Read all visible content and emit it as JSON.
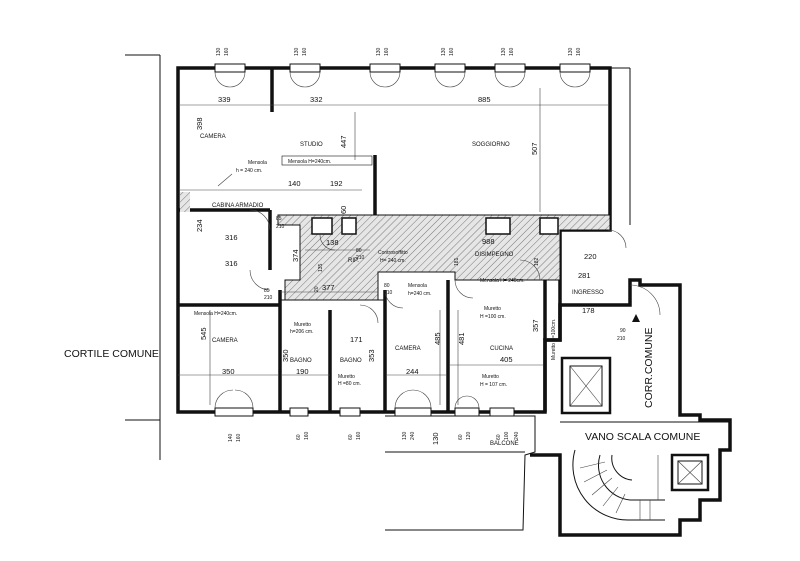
{
  "rooms": {
    "camera_top": "CAMERA",
    "studio": "STUDIO",
    "soggiorno": "SOGGIORNO",
    "cabina_armadio": "CABINA ARMADIO",
    "rip": "RIP.",
    "disimpegno": "DISIMPEGNO",
    "ingresso": "INGRESSO",
    "camera_bottom_left": "CAMERA",
    "bagno_1": "BAGNO",
    "bagno_2": "BAGNO",
    "camera_mid": "CAMERA",
    "cucina": "CUCINA",
    "balcone": "BALCONE"
  },
  "outside": {
    "cortile_comune": "CORTILE COMUNE",
    "corr_comune": "CORR.COMUNE",
    "vano_scala_comune": "VANO SCALA COMUNE"
  },
  "notes": {
    "mensola_240": "Mensola",
    "mensola_240_h": "h = 240 cm.",
    "mensola_studio": "Mensola H=240cm.",
    "mensola_camera": "Mensola H=240cm.",
    "controsoffitto": "Controsoffitto",
    "controsoffitto_h": "H= 240 cm.",
    "mensola_ingresso": "Mensola H= 240cm.",
    "mensola_camera2": "Mensola",
    "mensola_camera2_h": "h=240 cm.",
    "muretto_bagno": "Muretto",
    "muretto_bagno_h": "h=206 cm.",
    "muretto_bagno2": "Muretto",
    "muretto_bagno2_h": "H =80 cm.",
    "muretto_disimpegno": "Muretto",
    "muretto_disimpegno_h": "H =100 cm.",
    "muretto_cucina": "Muretto",
    "muretto_cucina_h": "H = 107 cm.",
    "muretto_vertical": "Muretto H=100cm."
  },
  "dimensions": {
    "d339": "339",
    "d332": "332",
    "d885": "885",
    "d398": "398",
    "d447": "447",
    "d507": "507",
    "d140": "140",
    "d192": "192",
    "d60": "60",
    "d234": "234",
    "d316a": "316",
    "d316b": "316",
    "d85a": "85",
    "d210a": "210",
    "d138": "138",
    "d80a": "80",
    "d210b": "210",
    "d135": "135",
    "d374": "374",
    "d988": "988",
    "d181": "181",
    "d182": "182",
    "d220": "220",
    "d281": "281",
    "d178": "178",
    "d85b": "85",
    "d210c": "210",
    "d377": "377",
    "d20": "20",
    "d80b": "80",
    "d210d": "210",
    "d545": "545",
    "d350a": "350",
    "d350b": "350",
    "d190": "190",
    "d171": "171",
    "d353": "353",
    "d244": "244",
    "d485": "485",
    "d481": "481",
    "d405": "405",
    "d357": "357",
    "d90": "90",
    "d210e": "210",
    "d130": "130"
  },
  "window_dims": {
    "w130": "130",
    "w160": "160",
    "w140": "140",
    "w60": "60",
    "w120": "120",
    "w240": "240",
    "w100": "100"
  }
}
